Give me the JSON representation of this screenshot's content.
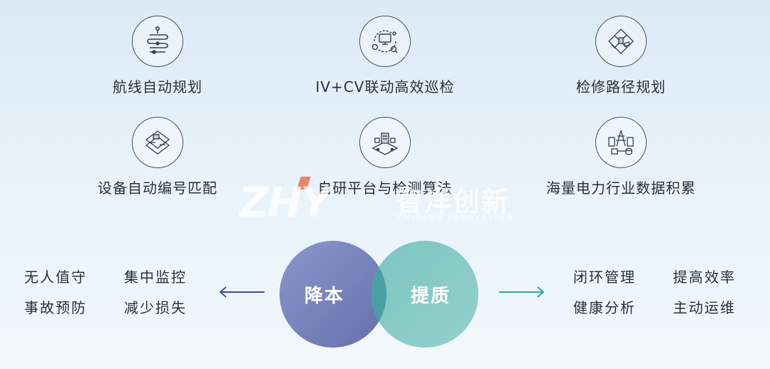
{
  "features": [
    {
      "label": "航线自动规划",
      "icon": "route-planning-icon"
    },
    {
      "label": "IV+CV联动高效巡检",
      "icon": "computer-cycle-icon"
    },
    {
      "label": "检修路径规划",
      "icon": "maintenance-map-icon"
    },
    {
      "label": "设备自动编号匹配",
      "icon": "device-numbering-icon"
    },
    {
      "label": "自研平台与检测算法",
      "icon": "platform-algorithm-icon"
    },
    {
      "label": "海量电力行业数据积累",
      "icon": "power-data-icon"
    }
  ],
  "watermark": {
    "logo": "ZHY",
    "name_cn": "智洋创新",
    "name_en": "ZHIYANG INNOVATION"
  },
  "left_benefits": [
    "无人值守",
    "集中监控",
    "事故预防",
    "减少损失"
  ],
  "right_benefits": [
    "闭环管理",
    "提高效率",
    "健康分析",
    "主动运维"
  ],
  "circles": {
    "left": "降本",
    "right": "提质"
  },
  "colors": {
    "left_circle": "#6f7bb7",
    "right_circle": "#7fc6c2",
    "left_arrow": "#3b4f9a",
    "right_arrow": "#2aa8a0",
    "accent_flag": "#e6876c"
  }
}
